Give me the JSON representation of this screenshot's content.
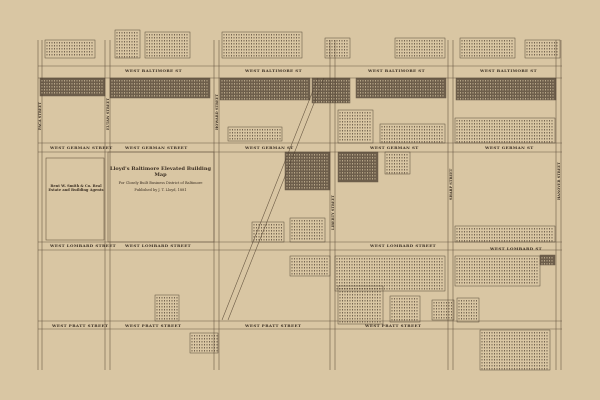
{
  "map": {
    "title": "Lloyd's Baltimore Elevated Building Map",
    "subtitle": "For Closely Built Business District of Baltimore",
    "publisher_line": "Published by J. T. Lloyd, 1881",
    "side_note": "Rent W. Smith & Co. Real Estate and Building Agents",
    "colors": {
      "paper": "#d9c6a3",
      "ink": "#3a2e22",
      "building": "#4a3c2e"
    },
    "streets": {
      "baltimore": "WEST BALTIMORE ST",
      "german_street": "WEST GERMAN STREET",
      "german_st": "WEST GERMAN ST",
      "lombard_street": "WEST LOMBARD STREET",
      "lombard_st": "WEST LOMBARD ST",
      "pratt": "WEST PRATT STREET",
      "paca": "PACA STREET",
      "eutaw": "EUTAW STREET",
      "howard": "HOWARD STREET",
      "liberty": "LIBERTY STREET",
      "hanover": "HANOVER STREET",
      "sharp": "SHARP STREET"
    }
  }
}
